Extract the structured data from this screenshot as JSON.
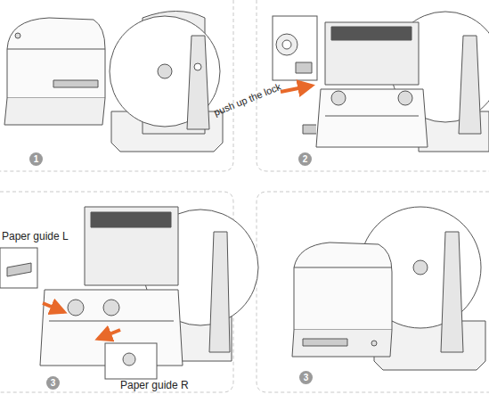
{
  "diagram": {
    "labels": [
      "1",
      "2",
      "push up the lock",
      "Paper guide L",
      "Paper guide R",
      "3",
      "3"
    ]
  }
}
